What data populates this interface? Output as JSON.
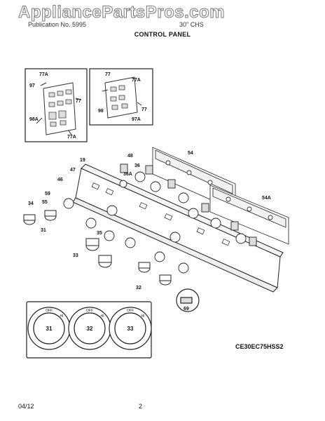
{
  "watermark": "AppliancePartsPros.com",
  "header": {
    "left_text": "Publication No.  5995",
    "right_text": "30\" CHS",
    "title": "CONTROL PANEL"
  },
  "model_code": "CE30EC75HSS2",
  "footer": {
    "date": "04/12",
    "page": "2"
  },
  "callouts": {
    "inset_left": [
      "77A",
      "97",
      "77",
      "98A",
      "77A"
    ],
    "inset_right": [
      "77",
      "77A",
      "77",
      "98",
      "97A"
    ],
    "main": [
      "19",
      "54",
      "54A",
      "48",
      "36",
      "36A",
      "47",
      "46",
      "59",
      "55",
      "34",
      "31",
      "33",
      "32",
      "35",
      "69"
    ],
    "dials": [
      "31",
      "32",
      "33"
    ]
  },
  "dial_text": {
    "off": "OFF",
    "hi": "HI"
  }
}
